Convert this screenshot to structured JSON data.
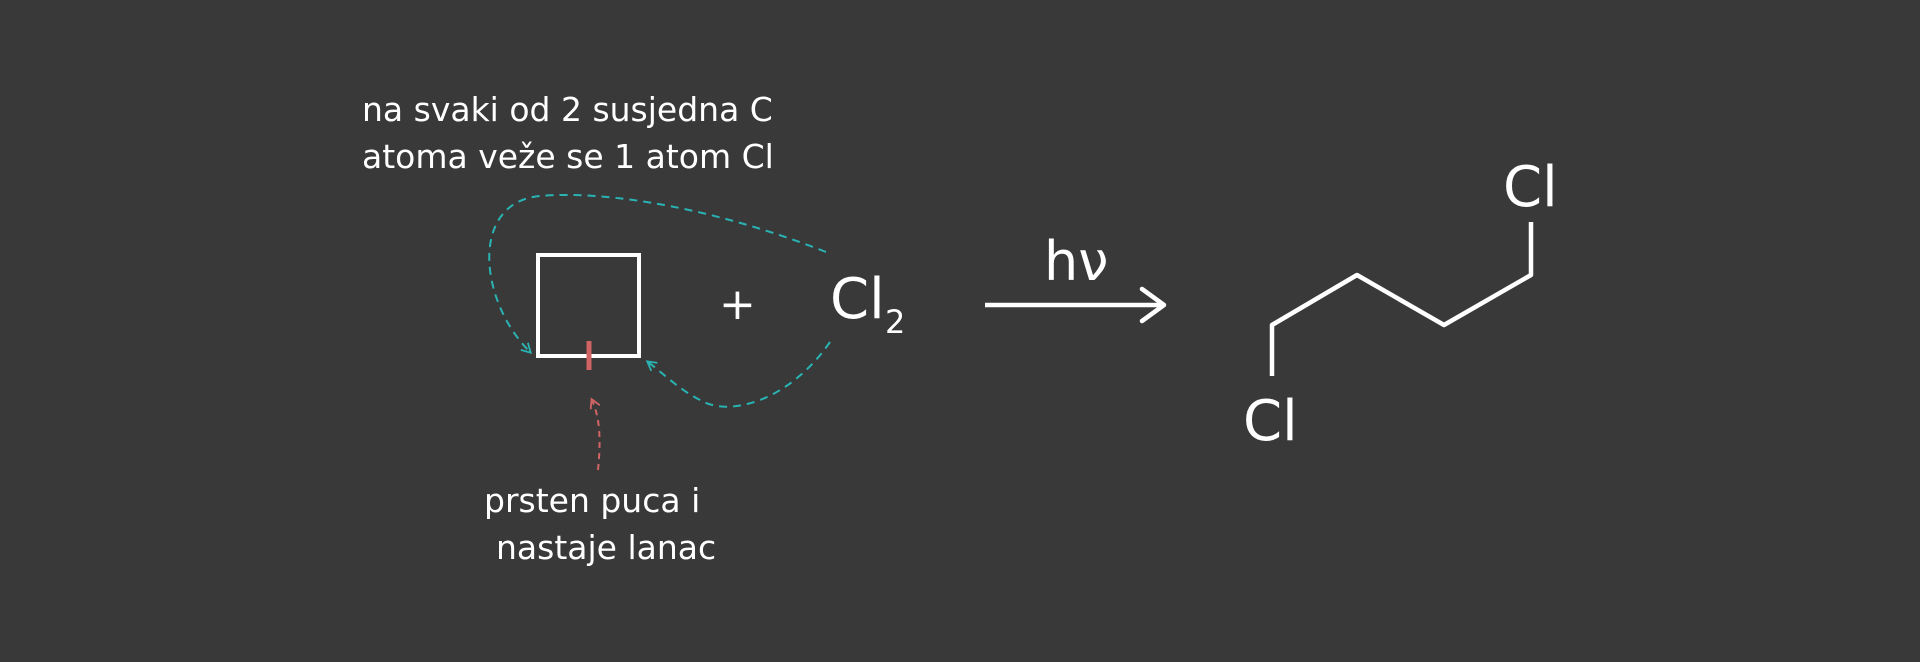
{
  "annotations": {
    "top_note_line1": "na svaki od 2 susjedna C",
    "top_note_line2": "atoma veže se 1 atom Cl",
    "bottom_note_line1": "prsten puca i",
    "bottom_note_line2": "nastaje lanac"
  },
  "reaction": {
    "plus": "+",
    "reagent_symbol": "Cl",
    "reagent_subscript": "2",
    "condition": "hν"
  },
  "product": {
    "top_substituent": "Cl",
    "bottom_substituent": "Cl"
  },
  "colors": {
    "background": "#393939",
    "ink": "#ffffff",
    "arrow_teal": "#2ab3b3",
    "break_red": "#d06464"
  }
}
